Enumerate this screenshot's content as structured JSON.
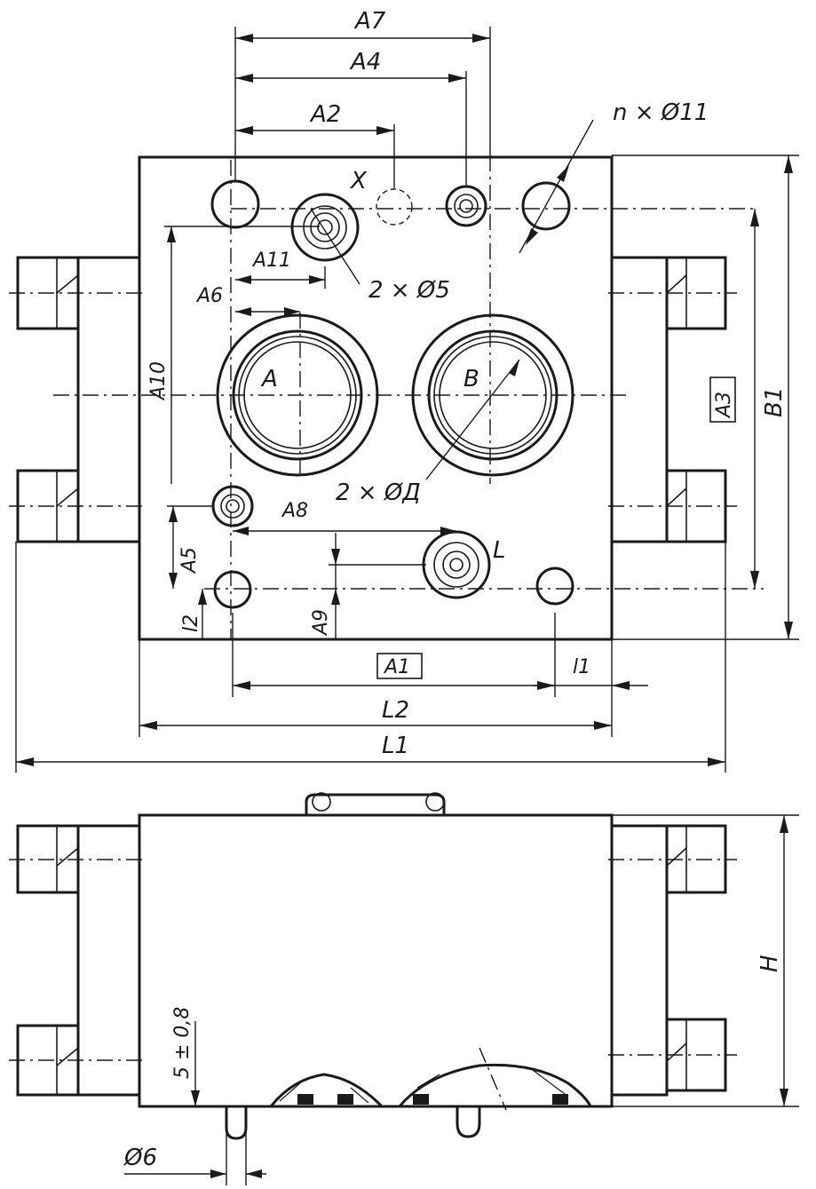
{
  "labels": {
    "a7": "A7",
    "a4": "A4",
    "a2": "A2",
    "x": "X",
    "n11": "n × Ø11",
    "a11": "A11",
    "d5": "2 × Ø5",
    "a6": "A6",
    "a10": "A10",
    "port_a": "A",
    "port_b": "B",
    "a3": "A3",
    "b1": "B1",
    "dd": "2 × ØД",
    "a8": "A8",
    "l": "L",
    "a5": "A5",
    "a9": "A9",
    "l2_small": "l2",
    "a1": "A1",
    "l1_small": "l1",
    "L2": "L2",
    "L1": "L1",
    "h": "H",
    "depth": "5 ± 0,8",
    "d6": "Ø6"
  }
}
